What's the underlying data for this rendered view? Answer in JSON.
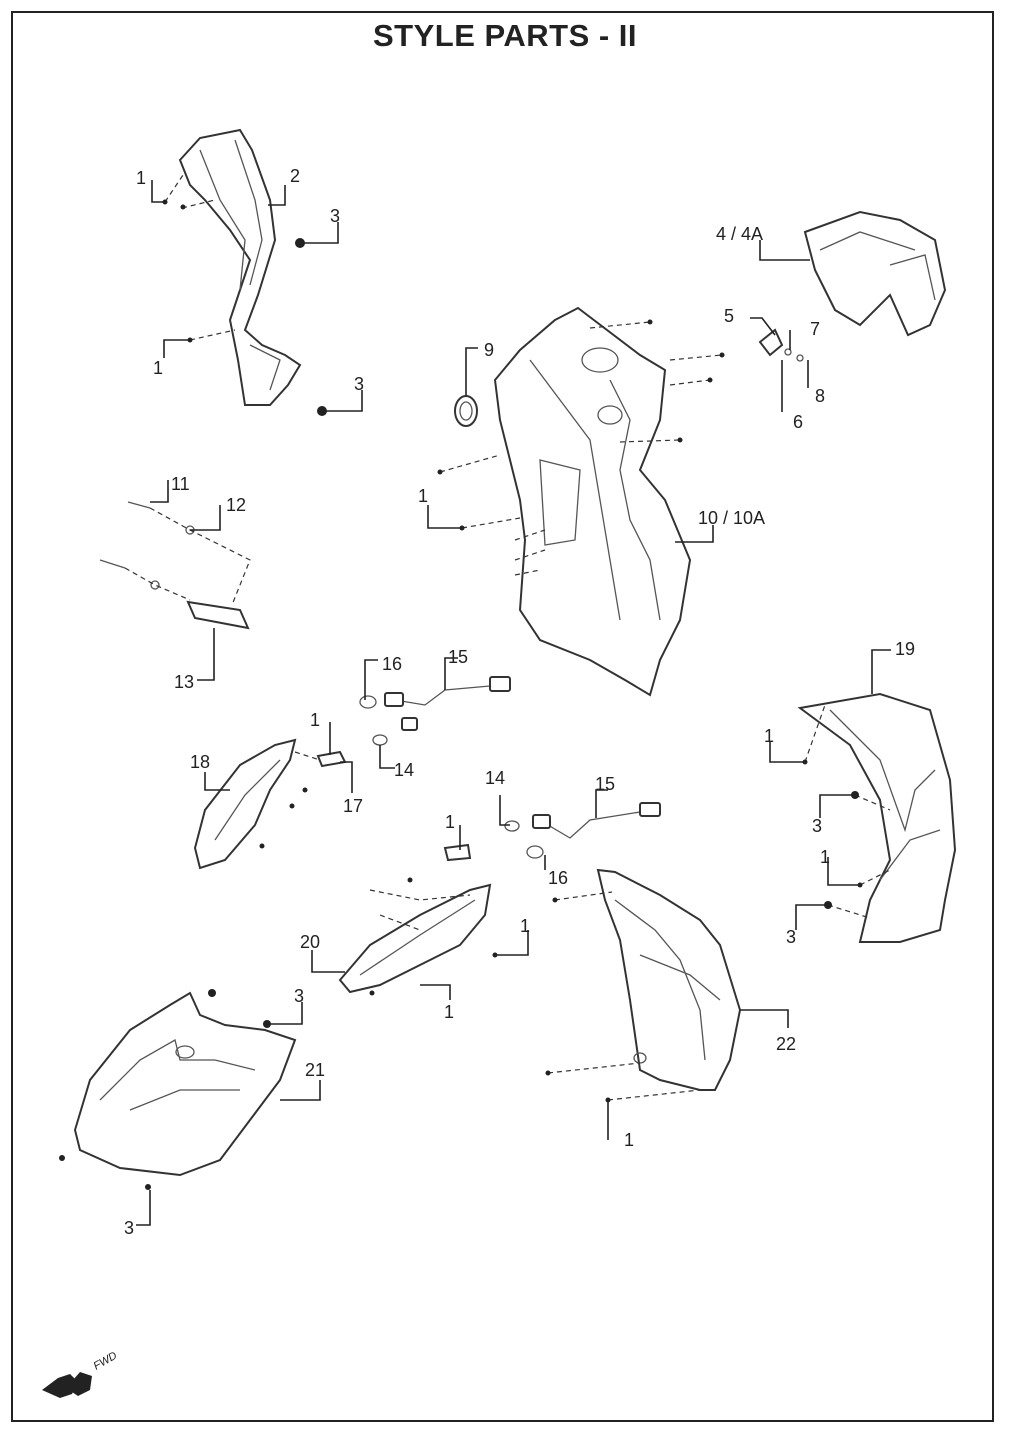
{
  "title": "STYLE PARTS - II",
  "fwd_label": "FWD",
  "callouts": [
    "1",
    "2",
    "3",
    "4 / 4A",
    "5",
    "6",
    "7",
    "8",
    "9",
    "10 / 10A",
    "11",
    "12",
    "13",
    "14",
    "15",
    "16",
    "17",
    "18",
    "19",
    "20",
    "21",
    "22"
  ]
}
